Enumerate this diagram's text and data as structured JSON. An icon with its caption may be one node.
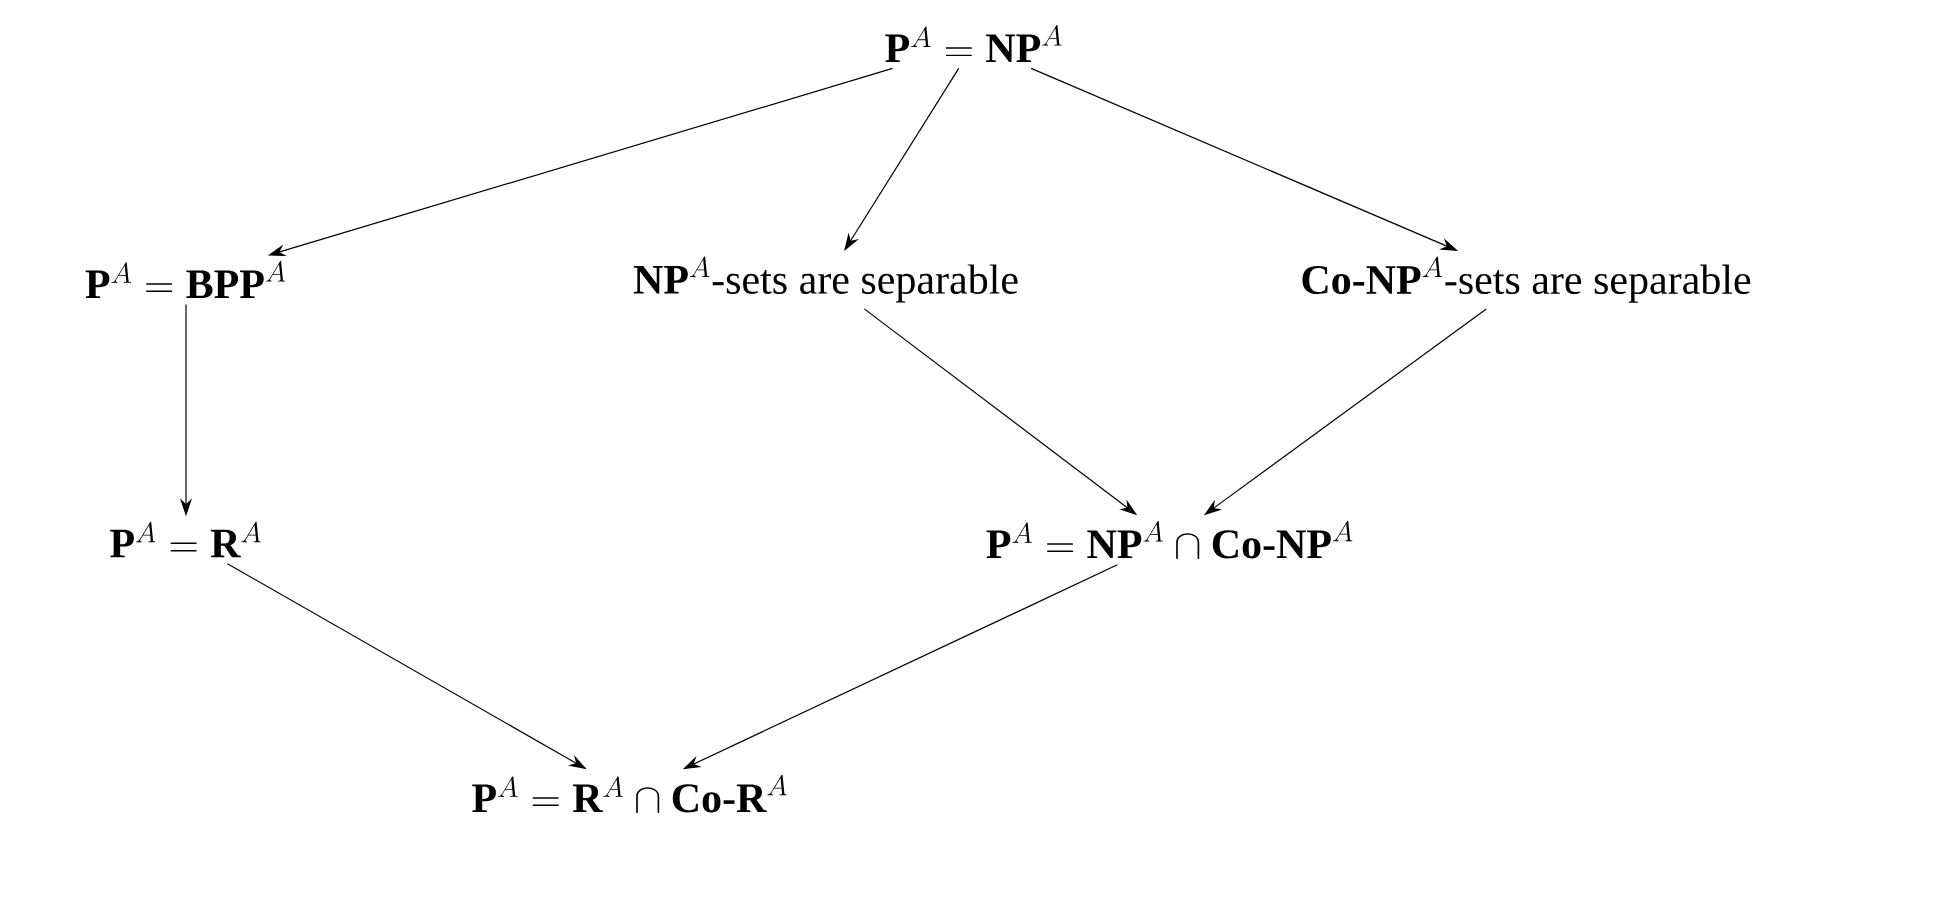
{
  "diagram": {
    "nodes": [
      {
        "text": [
          "\\mathbf{P}^A = \\mathbf{NP}^A"
        ]
      },
      {
        "text": [
          "\\mathbf{P}^A = \\mathbf{BPP}^A"
        ]
      },
      {
        "text": [
          "\\mathbf{NP}^A\\text{-sets are separable}"
        ]
      },
      {
        "text": [
          "\\textbf{Co-NP}^A\\text{-sets are separable}"
        ]
      },
      {
        "text": [
          "\\mathbf{P}^A = \\mathbf{R}^A"
        ]
      },
      {
        "text": [
          "\\mathbf{P}^A = \\mathbf{NP}^A \\cap \\textbf{Co-NP}^A"
        ]
      },
      {
        "text": [
          "\\mathbf{P}^A = \\mathbf{R}^A \\cap \\textbf{Co-R}^A"
        ]
      }
    ],
    "edges": [
      {
        "from": 0,
        "to": 1,
        "arrow": "to"
      },
      {
        "from": 0,
        "to": 2,
        "arrow": "to"
      },
      {
        "from": 0,
        "to": 3,
        "arrow": "to"
      },
      {
        "from": 1,
        "to": 4,
        "arrow": "to"
      },
      {
        "from": 2,
        "to": 5,
        "arrow": "to"
      },
      {
        "from": 3,
        "to": 5,
        "arrow": "to"
      },
      {
        "from": 4,
        "to": 6,
        "arrow": "to"
      },
      {
        "from": 5,
        "to": 6,
        "arrow": "to"
      }
    ]
  }
}
